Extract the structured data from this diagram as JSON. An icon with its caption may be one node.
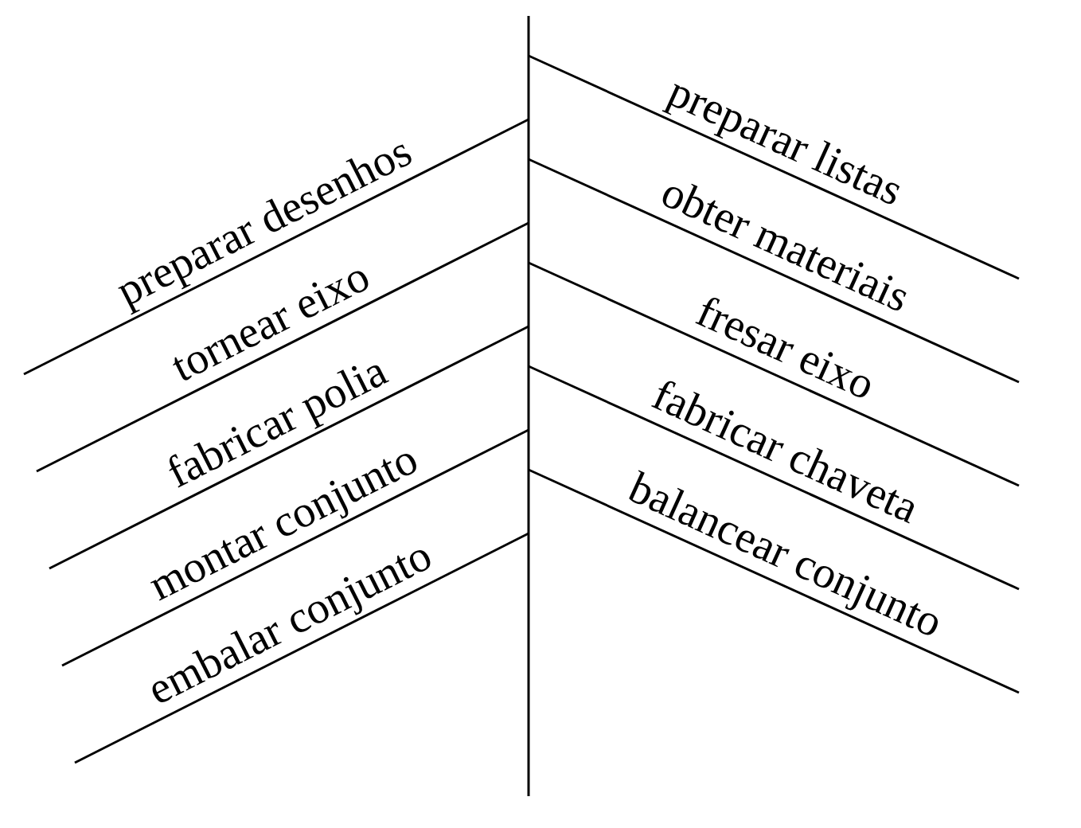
{
  "diagram": {
    "labels": [
      "preparar listas",
      "preparar desenhos",
      "obter materiais",
      "tornear eixo",
      "fresar eixo",
      "fabricar polia",
      "fabricar chaveta",
      "montar conjunto",
      "balancear conjunto",
      "embalar conjunto"
    ]
  }
}
